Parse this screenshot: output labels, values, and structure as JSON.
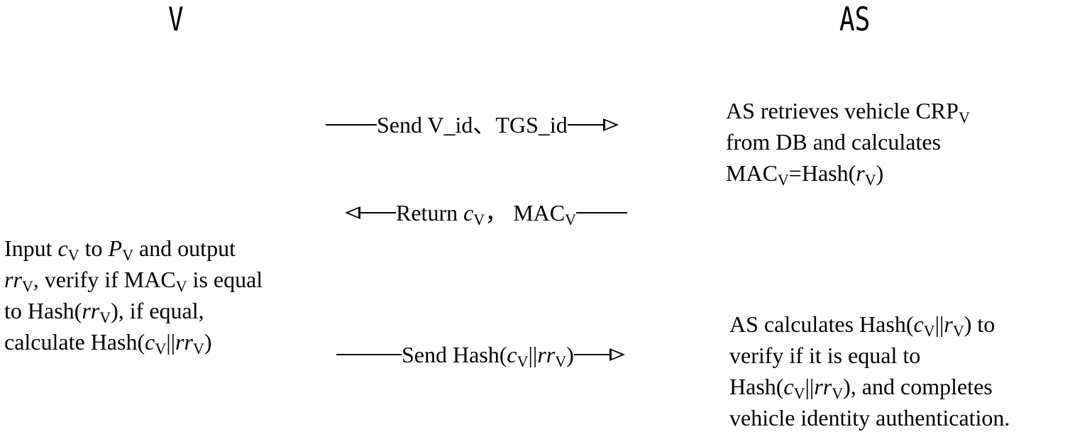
{
  "parties": {
    "left": "V",
    "right": "AS"
  },
  "messages": [
    {
      "direction": "right",
      "prefix": "Send V_id、TGS_id",
      "parts": []
    },
    {
      "direction": "left",
      "prefix": "Return ",
      "var": "c",
      "sub": "V",
      "mid": "，  MAC",
      "sub2": "V"
    },
    {
      "direction": "right",
      "prefix": "Send Hash(",
      "var": "c",
      "sub": "V",
      "bar": "||",
      "var2": "rr",
      "sub2": "V",
      "suffix": ")"
    }
  ],
  "as_note_1": {
    "line1_a": "AS retrieves vehicle CRP",
    "line1_sub": "V",
    "line2": "from DB and calculates",
    "line3_a": "MAC",
    "line3_sub": "V",
    "line3_b": "=Hash(",
    "line3_var": "r",
    "line3_sub2": "V",
    "line3_c": ")"
  },
  "v_note": {
    "l1_a": "Input ",
    "l1_var": "c",
    "l1_sub": "V",
    "l1_b": " to ",
    "l1_var2": "P",
    "l1_sub2": "V",
    "l1_c": " and output",
    "l2_var": "rr",
    "l2_sub": "V",
    "l2_a": ", verify if MAC",
    "l2_sub2": "V",
    "l2_b": " is equal",
    "l3_a": "to Hash(",
    "l3_var": "rr",
    "l3_sub": "V",
    "l3_b": "), if equal,",
    "l4_a": "calculate Hash(",
    "l4_var": "c",
    "l4_sub": "V",
    "l4_bar": "||",
    "l4_var2": "rr",
    "l4_sub2": "V",
    "l4_b": ")"
  },
  "as_note_2": {
    "l1_a": "AS calculates Hash(",
    "l1_var": "c",
    "l1_sub": "V",
    "l1_bar": "||",
    "l1_var2": "r",
    "l1_sub2": "V",
    "l1_b": ") to",
    "l2": "verify if it is equal to",
    "l3_a": "Hash(",
    "l3_var": "c",
    "l3_sub": "V",
    "l3_bar": "||",
    "l3_var2": "rr",
    "l3_sub2": "V",
    "l3_b": "), and completes",
    "l4": "vehicle identity authentication."
  }
}
